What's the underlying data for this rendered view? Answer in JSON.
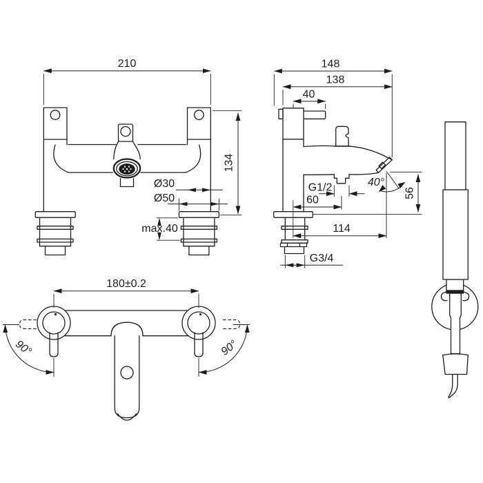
{
  "colors": {
    "ink": "#1d1d1b",
    "background": "#ffffff"
  },
  "front": {
    "overall_width": "210",
    "height": "134",
    "body_diameter": "Ø30",
    "flange_diameter": "Ø50",
    "deck_thickness": "max.40"
  },
  "side": {
    "overall_depth": "148",
    "spout_depth": "138",
    "handle_length": "40",
    "shower_outlet_thread": "G1/2",
    "outlet_offset": "60",
    "spout_angle": "40°",
    "outlet_height": "56",
    "spout_reach": "114",
    "inlet_thread": "G3/4"
  },
  "plan": {
    "hole_centres": "180±0.2",
    "handle_swing_left": "90°",
    "handle_swing_right": "90°"
  }
}
